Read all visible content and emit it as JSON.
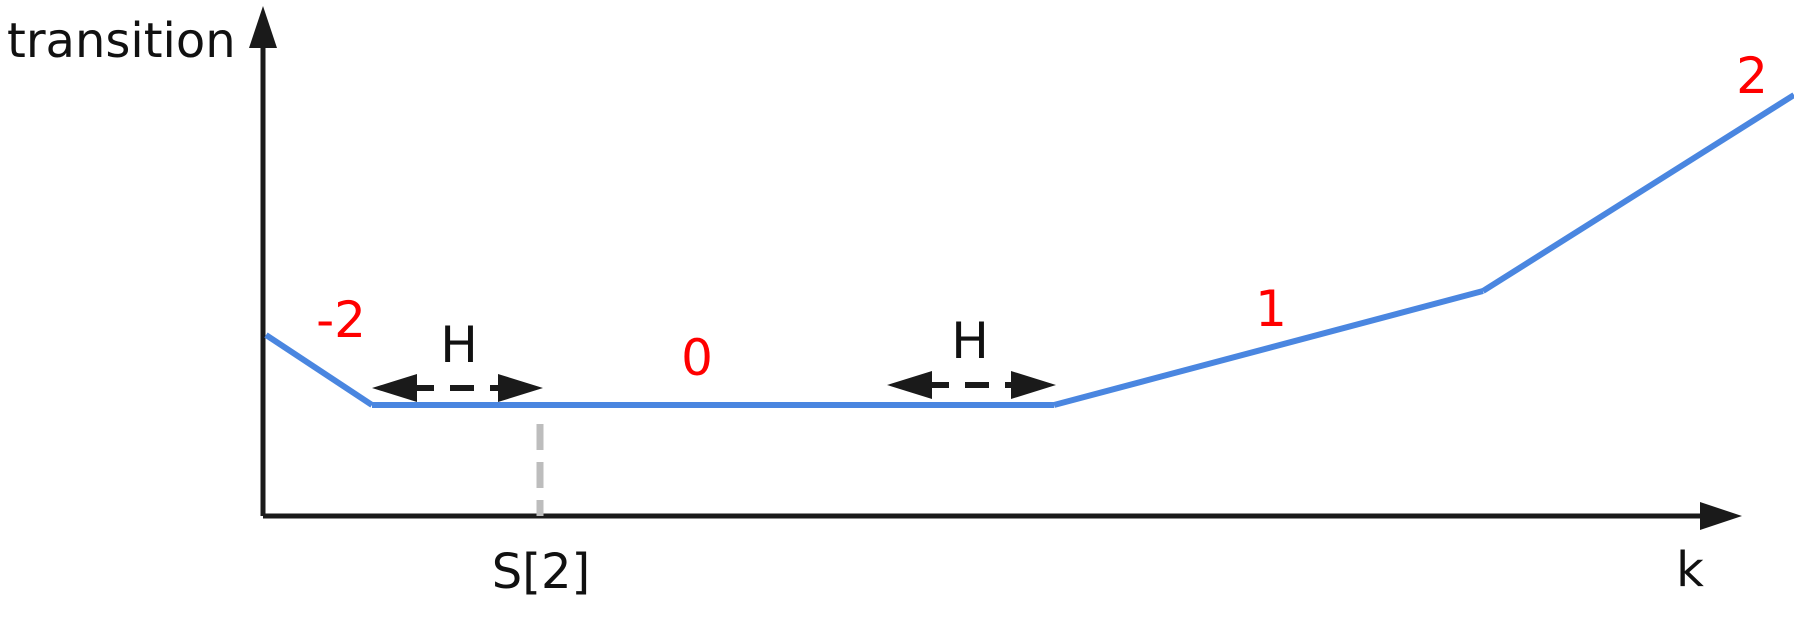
{
  "axes": {
    "y_label": "transition",
    "x_label": "k",
    "tick_label": "S[2]"
  },
  "segments": [
    {
      "slope_label": "-2"
    },
    {
      "slope_label": "0"
    },
    {
      "slope_label": "1"
    },
    {
      "slope_label": "2"
    }
  ],
  "spans": [
    {
      "label": "H"
    },
    {
      "label": "H"
    }
  ],
  "colors": {
    "axis": "#1a1a1a",
    "curve": "#4a86e0",
    "slope_label": "#ff0000",
    "guide": "#bdbdbd",
    "span": "#1a1a1a"
  }
}
